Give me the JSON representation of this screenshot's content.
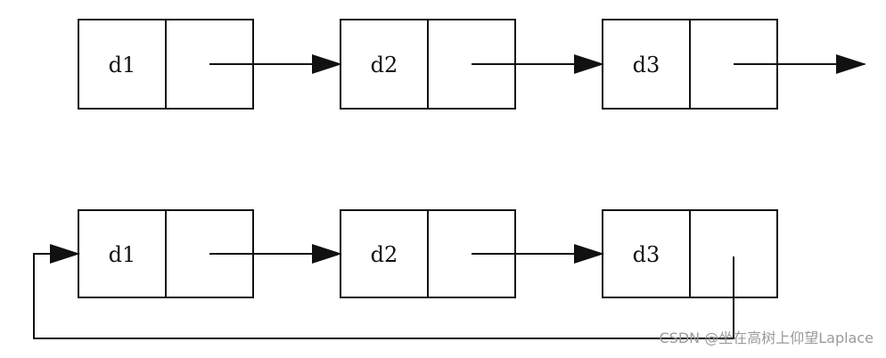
{
  "linear_list": {
    "nodes": [
      {
        "data": "d1"
      },
      {
        "data": "d2"
      },
      {
        "data": "d3"
      }
    ],
    "tail": "open-arrow"
  },
  "circular_list": {
    "nodes": [
      {
        "data": "d1"
      },
      {
        "data": "d2"
      },
      {
        "data": "d3"
      }
    ],
    "tail": "loop-back-to-first"
  },
  "watermark": "CSDN @坐在高树上仰望Laplace",
  "colors": {
    "stroke": "#111111",
    "background": "#ffffff",
    "watermark": "#9a9a9a"
  }
}
